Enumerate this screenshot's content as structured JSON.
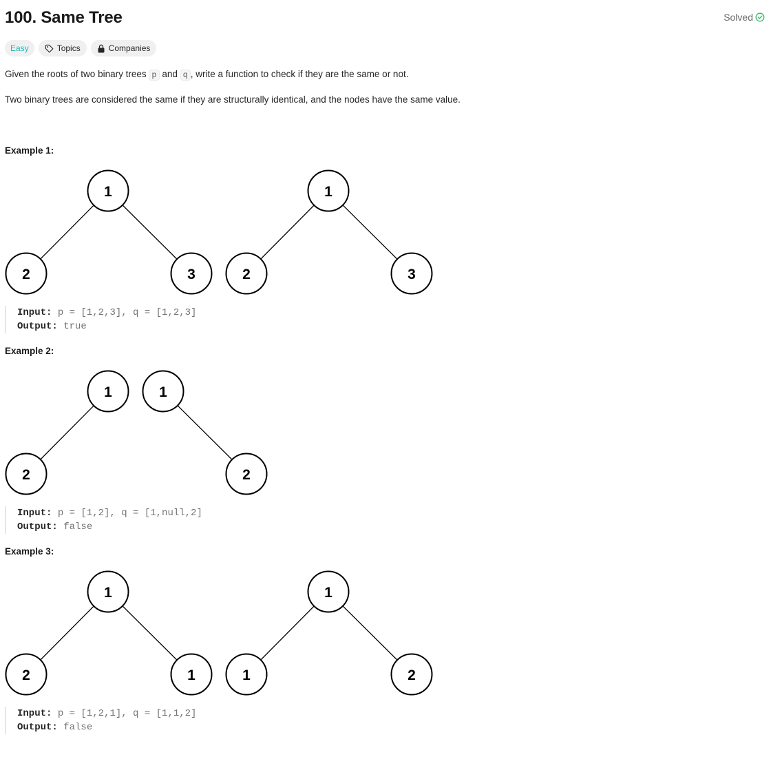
{
  "problem": {
    "title": "100. Same Tree",
    "status": "Solved",
    "difficulty": "Easy",
    "topics_label": "Topics",
    "companies_label": "Companies"
  },
  "description": {
    "p1_before": "Given the roots of two binary trees ",
    "p1_var1": "p",
    "p1_mid": " and ",
    "p1_var2": "q",
    "p1_after": ", write a function to check if they are the same or not.",
    "p2": "Two binary trees are considered the same if they are structurally identical, and the nodes have the same value."
  },
  "examples": [
    {
      "heading": "Example 1:",
      "tree_p": [
        1,
        2,
        3
      ],
      "tree_q": [
        1,
        2,
        3
      ],
      "input_label": "Input:",
      "input_value": "p = [1,2,3], q = [1,2,3]",
      "output_label": "Output:",
      "output_value": "true"
    },
    {
      "heading": "Example 2:",
      "tree_p": [
        1,
        2
      ],
      "tree_q": [
        1,
        null,
        2
      ],
      "input_label": "Input:",
      "input_value": "p = [1,2], q = [1,null,2]",
      "output_label": "Output:",
      "output_value": "false"
    },
    {
      "heading": "Example 3:",
      "tree_p": [
        1,
        2,
        1
      ],
      "tree_q": [
        1,
        1,
        2
      ],
      "input_label": "Input:",
      "input_value": "p = [1,2,1], q = [1,1,2]",
      "output_label": "Output:",
      "output_value": "false"
    }
  ],
  "colors": {
    "easy": "#1cbaba",
    "solved_check": "#2cbb5d"
  }
}
